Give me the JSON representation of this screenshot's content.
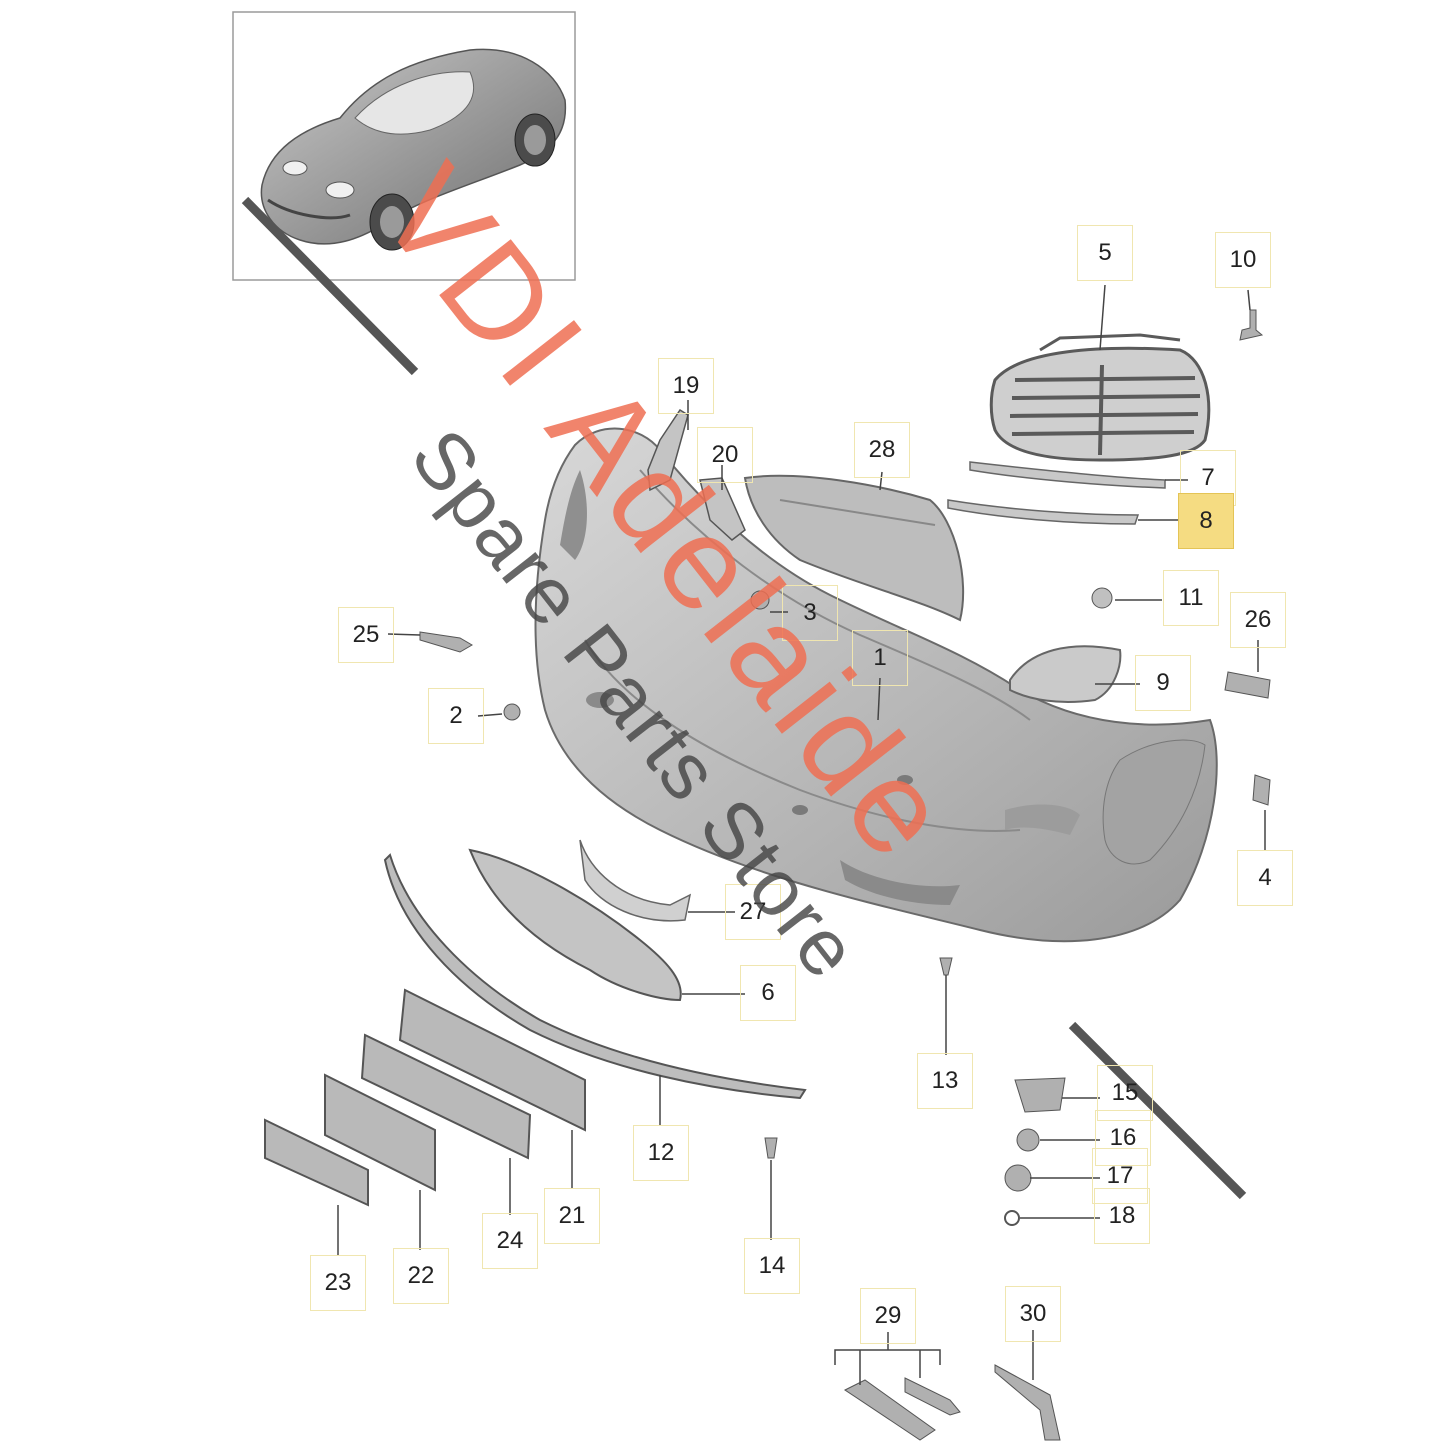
{
  "watermark": {
    "title": "VDI Adelaide",
    "subtitle": "Spare Parts Store",
    "title_color": "#ee6e52",
    "subtitle_color": "#464646"
  },
  "colors": {
    "highlight": "#f5dc82",
    "part_fill": "#b9b9b9",
    "part_stroke": "#5a5a5a"
  },
  "callouts": [
    {
      "id": "1",
      "label": "1"
    },
    {
      "id": "2",
      "label": "2"
    },
    {
      "id": "3",
      "label": "3"
    },
    {
      "id": "4",
      "label": "4"
    },
    {
      "id": "5",
      "label": "5"
    },
    {
      "id": "6",
      "label": "6"
    },
    {
      "id": "7",
      "label": "7"
    },
    {
      "id": "8",
      "label": "8",
      "highlighted": true
    },
    {
      "id": "9",
      "label": "9"
    },
    {
      "id": "10",
      "label": "10"
    },
    {
      "id": "11",
      "label": "11"
    },
    {
      "id": "12",
      "label": "12"
    },
    {
      "id": "13",
      "label": "13"
    },
    {
      "id": "14",
      "label": "14"
    },
    {
      "id": "15",
      "label": "15"
    },
    {
      "id": "16",
      "label": "16"
    },
    {
      "id": "17",
      "label": "17"
    },
    {
      "id": "18",
      "label": "18"
    },
    {
      "id": "19",
      "label": "19"
    },
    {
      "id": "20",
      "label": "20"
    },
    {
      "id": "21",
      "label": "21"
    },
    {
      "id": "22",
      "label": "22"
    },
    {
      "id": "23",
      "label": "23"
    },
    {
      "id": "24",
      "label": "24"
    },
    {
      "id": "25",
      "label": "25"
    },
    {
      "id": "26",
      "label": "26"
    },
    {
      "id": "27",
      "label": "27"
    },
    {
      "id": "28",
      "label": "28"
    },
    {
      "id": "29",
      "label": "29"
    },
    {
      "id": "30",
      "label": "30"
    }
  ]
}
